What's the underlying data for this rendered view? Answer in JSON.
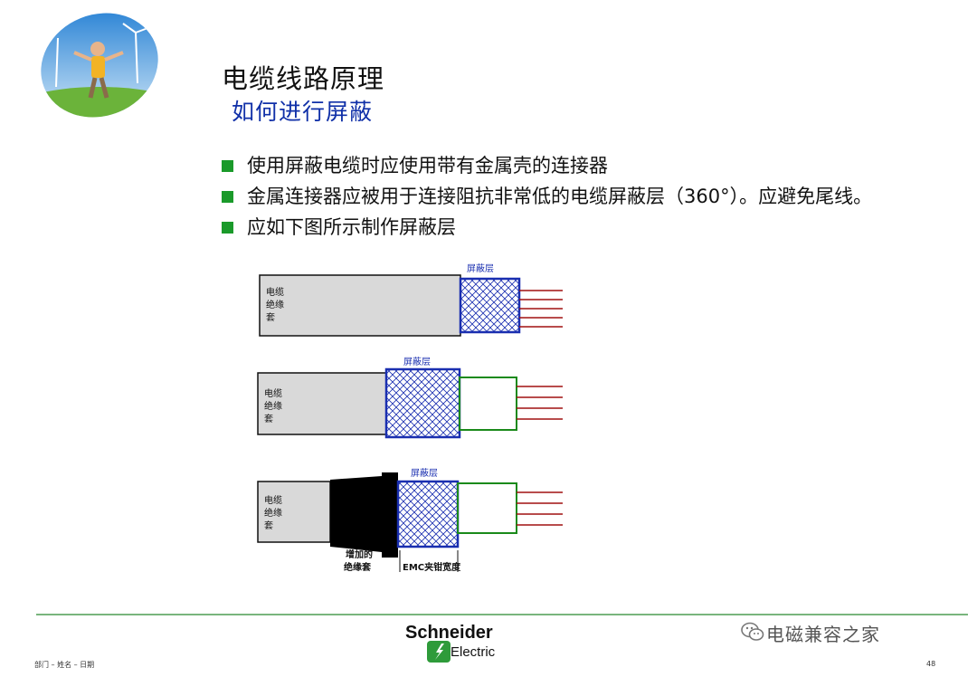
{
  "title": "电缆线路原理",
  "subtitle": "如何进行屏蔽",
  "bullets": [
    "使用屏蔽电缆时应使用带有金属壳的连接器",
    "金属连接器应被用于连接阻抗非常低的电缆屏蔽层（360°）。应避免尾线。",
    "应如下图所示制作屏蔽层"
  ],
  "diagram": {
    "jacket_label_lines": [
      "电缆",
      "绝缘",
      "套"
    ],
    "shield_label": "屏蔽层",
    "extra_jacket_label_lines": [
      "增加的",
      "绝缘套"
    ],
    "emc_label": "EMC夹钳宽度"
  },
  "footer": {
    "left_text": "部门 – 姓名 – 日期",
    "page_number": "48",
    "brand_line1": "Schneider",
    "brand_line2": "Electric",
    "watermark": "电磁兼容之家"
  },
  "colors": {
    "bullet": "#1a9a2a",
    "shield": "#1a2fb0",
    "drain": "#1a8a1a",
    "wire": "#a01010",
    "footer_line": "#79b57d"
  }
}
